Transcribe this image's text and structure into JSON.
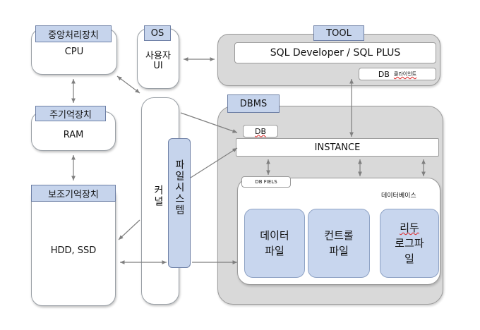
{
  "cpu": {
    "tag": "중앙처리장치",
    "label": "CPU"
  },
  "os": {
    "tag": "OS",
    "label_line1": "사용자",
    "label_line2": "UI"
  },
  "tool": {
    "tag": "TOOL",
    "main": "SQL Developer / SQL PLUS",
    "db_label": "DB",
    "client_label": "클라이언트"
  },
  "ram": {
    "tag": "주기억장치",
    "label": "RAM"
  },
  "storage": {
    "tag": "보조기억장치",
    "label": "HDD, SSD"
  },
  "kernel": {
    "label": "커널"
  },
  "filesystem": {
    "label": "파일시스템"
  },
  "dbms": {
    "tag": "DBMS",
    "db_label": "DB",
    "instance": "INSTANCE",
    "db_files": "DB FIELS",
    "database_title": "데이터베이스"
  },
  "files": {
    "data_line1": "데이터",
    "data_line2": "파일",
    "control_line1": "컨트롤",
    "control_line2": "파일",
    "redo_line1": "리두",
    "redo_line2": "로그파",
    "redo_line3": "일"
  }
}
